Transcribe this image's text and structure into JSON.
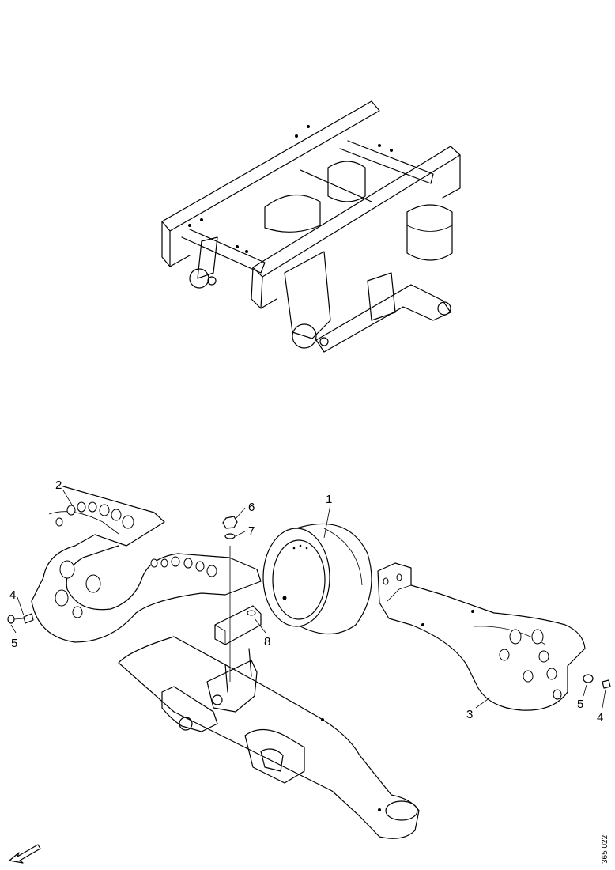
{
  "diagram": {
    "callouts": [
      {
        "id": "c1",
        "text": "1"
      },
      {
        "id": "c2",
        "text": "2"
      },
      {
        "id": "c3",
        "text": "3"
      },
      {
        "id": "c4a",
        "text": "4"
      },
      {
        "id": "c4b",
        "text": "4"
      },
      {
        "id": "c5a",
        "text": "5"
      },
      {
        "id": "c5b",
        "text": "5"
      },
      {
        "id": "c6",
        "text": "6"
      },
      {
        "id": "c7",
        "text": "7"
      },
      {
        "id": "c8",
        "text": "8"
      }
    ],
    "reference_code": "365 022",
    "icons": {
      "front_direction": "arrow-icon"
    }
  }
}
